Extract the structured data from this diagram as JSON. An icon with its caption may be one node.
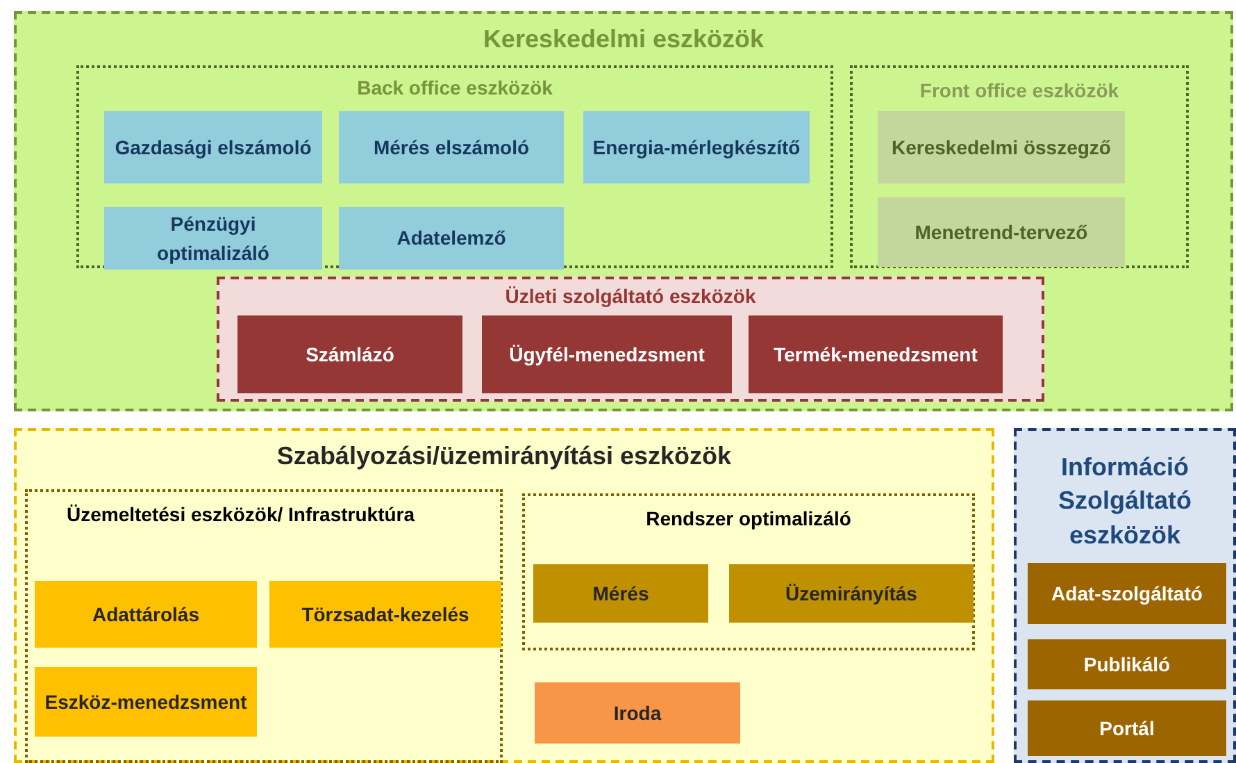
{
  "diagram": {
    "nodes": [
      {
        "text": [
          "Kereskedelmi eszközök"
        ]
      },
      {
        "text": [
          "Back office eszközök"
        ],
        "in": 0
      },
      {
        "text": [
          "Gazdasági elszámoló"
        ],
        "in": 1
      },
      {
        "text": [
          "Mérés elszámoló"
        ],
        "in": 1
      },
      {
        "text": [
          "Energia-mérlegkészítő"
        ],
        "in": 1
      },
      {
        "text": [
          "Pénzügyi optimalizáló"
        ],
        "in": 1
      },
      {
        "text": [
          "Adatelemző"
        ],
        "in": 1
      },
      {
        "text": [
          "Front office eszközök"
        ],
        "in": 0
      },
      {
        "text": [
          "Kereskedelmi összegző"
        ],
        "in": 7
      },
      {
        "text": [
          "Menetrend-tervező"
        ],
        "in": 7
      },
      {
        "text": [
          "Üzleti szolgáltató eszközök"
        ],
        "in": 0
      },
      {
        "text": [
          "Számlázó"
        ],
        "in": 10
      },
      {
        "text": [
          "Ügyfél-menedzsment"
        ],
        "in": 10
      },
      {
        "text": [
          "Termék-menedzsment"
        ],
        "in": 10
      },
      {
        "text": [
          "Szabályozási/üzemirányítási eszközök"
        ]
      },
      {
        "text": [
          "Üzemeltetési eszközök/ Infrastruktúra"
        ],
        "in": 14
      },
      {
        "text": [
          "Adattárolás"
        ],
        "in": 15
      },
      {
        "text": [
          "Törzsadat-kezelés"
        ],
        "in": 15
      },
      {
        "text": [
          "Eszköz-menedzsment"
        ],
        "in": 15
      },
      {
        "text": [
          "Rendszer optimalizáló"
        ],
        "in": 14
      },
      {
        "text": [
          "Mérés"
        ],
        "in": 19
      },
      {
        "text": [
          "Üzemirányítás"
        ],
        "in": 19
      },
      {
        "text": [
          "Iroda"
        ],
        "in": 14
      },
      {
        "text": [
          "Információ Szolgáltató eszközök"
        ]
      },
      {
        "text": [
          "Adat-szolgáltató"
        ],
        "in": 23
      },
      {
        "text": [
          "Publikáló"
        ],
        "in": 23
      },
      {
        "text": [
          "Portál"
        ],
        "in": 23
      }
    ]
  }
}
